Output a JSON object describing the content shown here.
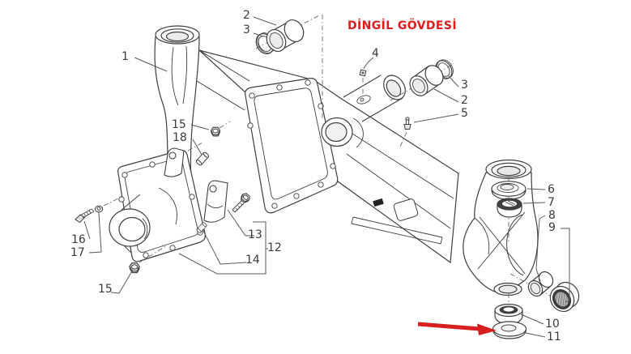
{
  "title": {
    "text": "DİNGİL GÖVDESİ",
    "color": "#e01b1b"
  },
  "diagram": {
    "type": "exploded-parts-diagram",
    "background": "#ffffff",
    "line_color": "#3f3f3f",
    "label_color": "#3a3a3a",
    "highlight_arrow_color": "#d71f1f",
    "callouts": [
      {
        "text": "1"
      },
      {
        "text": "2"
      },
      {
        "text": "3"
      },
      {
        "text": "4"
      },
      {
        "text": "3"
      },
      {
        "text": "2"
      },
      {
        "text": "5"
      },
      {
        "text": "6"
      },
      {
        "text": "7"
      },
      {
        "text": "8"
      },
      {
        "text": "9"
      },
      {
        "text": "10"
      },
      {
        "text": "11"
      },
      {
        "text": "15"
      },
      {
        "text": "18"
      },
      {
        "text": "16"
      },
      {
        "text": "17"
      },
      {
        "text": "15"
      },
      {
        "text": "13"
      },
      {
        "text": "12"
      },
      {
        "text": "14"
      }
    ]
  }
}
